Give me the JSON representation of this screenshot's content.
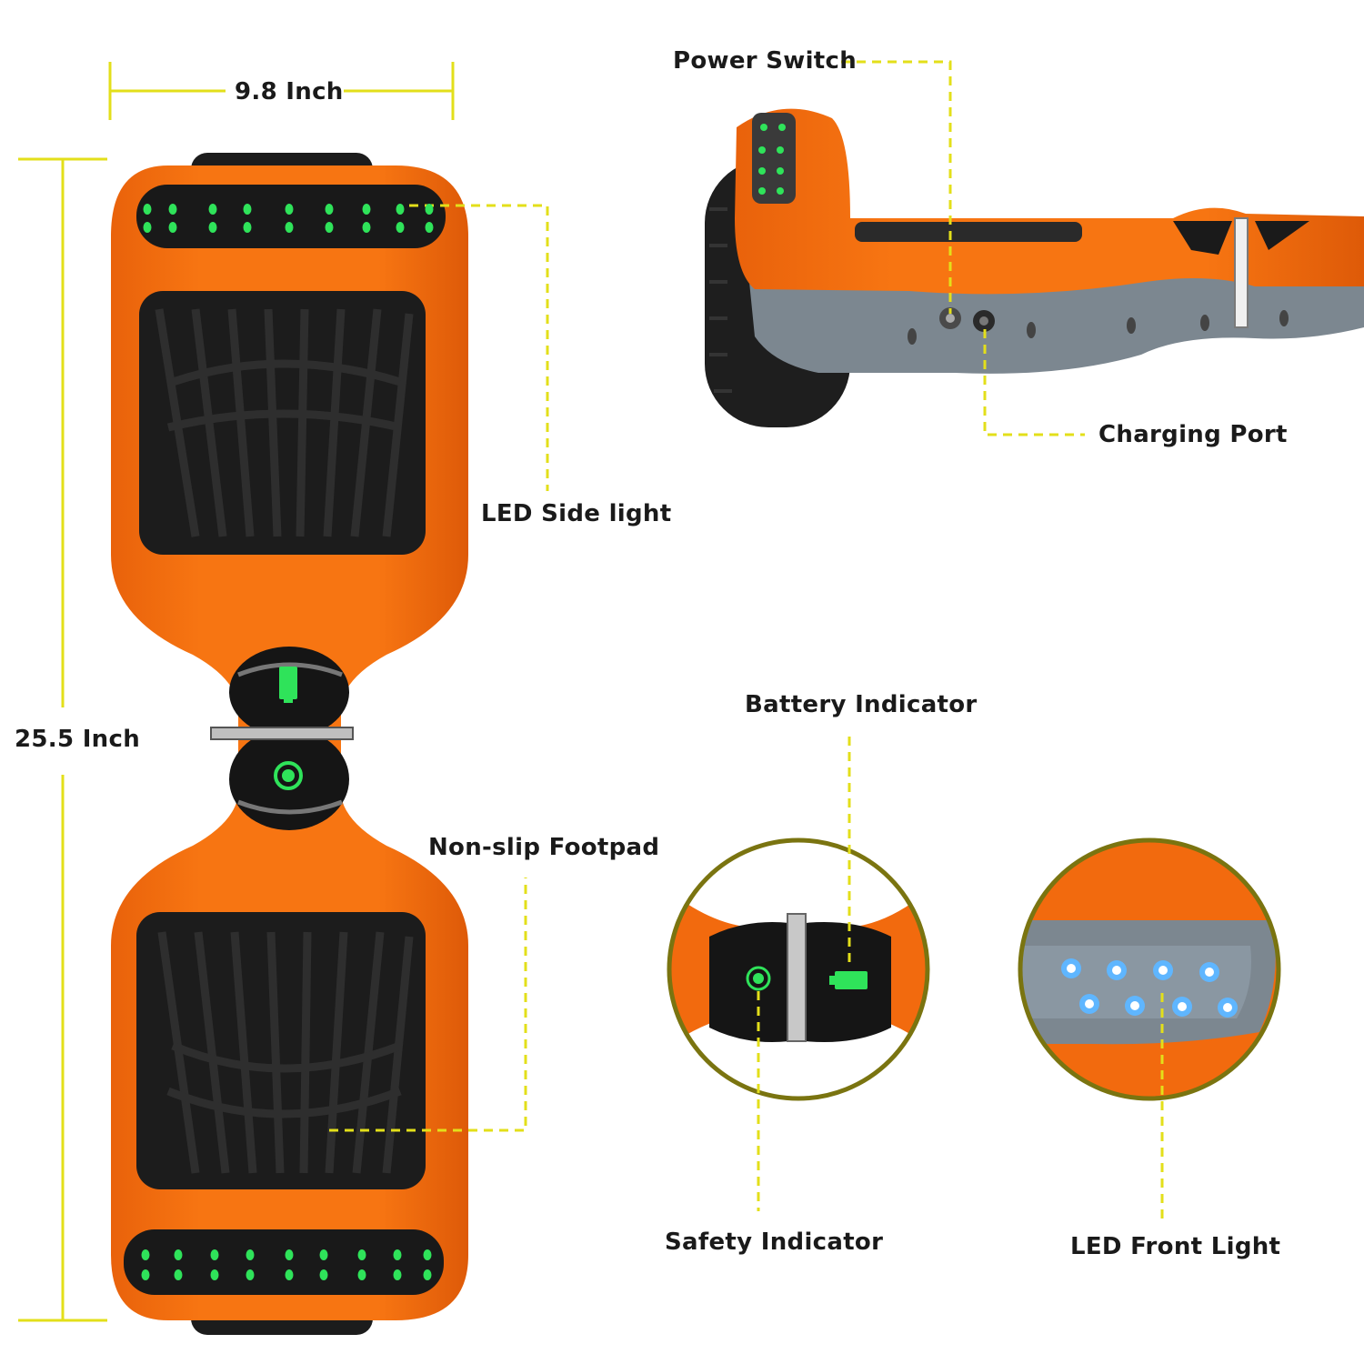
{
  "labels": {
    "width": "9.8 Inch",
    "length": "25.5 Inch",
    "power_switch": "Power Switch",
    "charging_port": "Charging Port",
    "led_side_light": "LED Side light",
    "non_slip_footpad": "Non-slip Footpad",
    "battery_indicator": "Battery Indicator",
    "safety_indicator": "Safety Indicator",
    "led_front_light": "LED Front Light"
  },
  "colors": {
    "body_orange": "#f26a0e",
    "footpad_black": "#1c1c1c",
    "callout_yellow": "#e3df1a",
    "led_green": "#2fe35a",
    "led_blue": "#5fb6ff",
    "side_grey": "#7c8790",
    "circle_border": "#7a7410"
  }
}
